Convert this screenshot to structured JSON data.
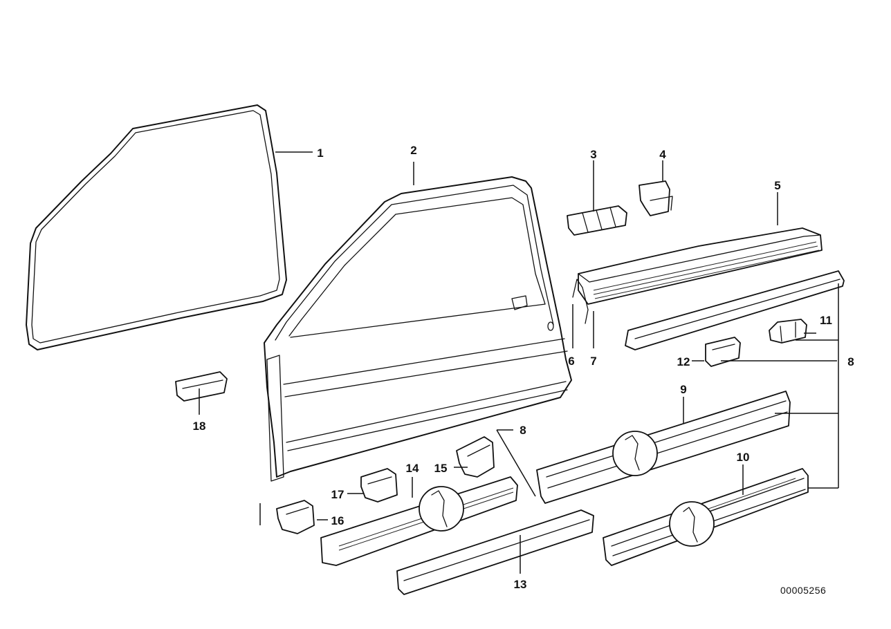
{
  "diagram": {
    "reference_number": "00005256",
    "callouts": [
      {
        "id": "c1",
        "label": "1"
      },
      {
        "id": "c2",
        "label": "2"
      },
      {
        "id": "c3",
        "label": "3"
      },
      {
        "id": "c4",
        "label": "4"
      },
      {
        "id": "c5",
        "label": "5"
      },
      {
        "id": "c6",
        "label": "6"
      },
      {
        "id": "c7",
        "label": "7"
      },
      {
        "id": "c8a",
        "label": "8"
      },
      {
        "id": "c8b",
        "label": "8"
      },
      {
        "id": "c9",
        "label": "9"
      },
      {
        "id": "c10",
        "label": "10"
      },
      {
        "id": "c11",
        "label": "11"
      },
      {
        "id": "c12",
        "label": "12"
      },
      {
        "id": "c13",
        "label": "13"
      },
      {
        "id": "c14",
        "label": "14"
      },
      {
        "id": "c15",
        "label": "15"
      },
      {
        "id": "c16",
        "label": "16"
      },
      {
        "id": "c17",
        "label": "17"
      },
      {
        "id": "c18",
        "label": "18"
      }
    ]
  }
}
